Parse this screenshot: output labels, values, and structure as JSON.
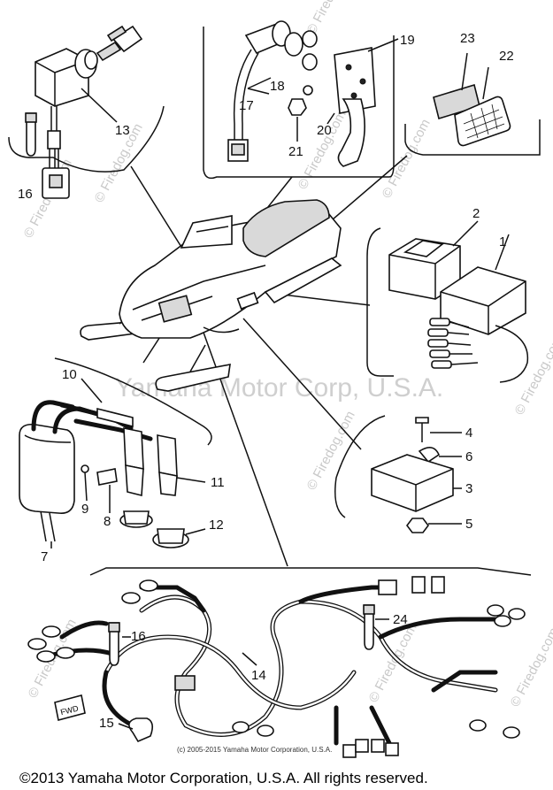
{
  "callouts": {
    "c1": "1",
    "c2": "2",
    "c3": "3",
    "c4": "4",
    "c5": "5",
    "c6": "6",
    "c7": "7",
    "c8": "8",
    "c9": "9",
    "c10": "10",
    "c11": "11",
    "c12": "12",
    "c13": "13",
    "c14": "14",
    "c15": "15",
    "c16a": "16",
    "c16b": "16",
    "c17": "17",
    "c18": "18",
    "c19": "19",
    "c20": "20",
    "c21": "21",
    "c22": "22",
    "c23": "23",
    "c24": "24"
  },
  "watermark": {
    "site": "© Firedog.com",
    "center": "Yamaha Motor Corp, U.S.A."
  },
  "small_notice": "(c) 2005-2015 Yamaha Motor Corporation, U.S.A.",
  "footer_copyright": "©2013 Yamaha Motor Corporation, U.S.A. All rights reserved.",
  "tag_label": "FWD"
}
